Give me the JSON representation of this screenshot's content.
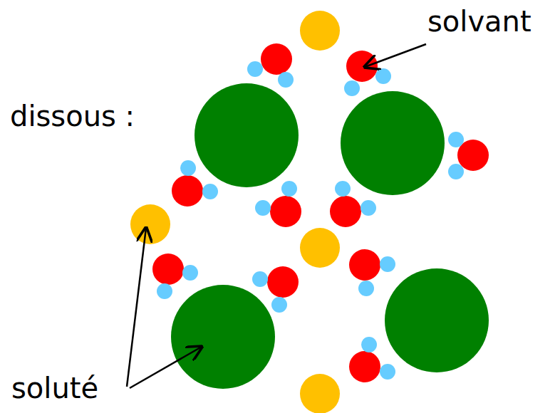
{
  "diagram": {
    "labels": [
      "dissous :",
      "solvant",
      "soluté"
    ]
  }
}
